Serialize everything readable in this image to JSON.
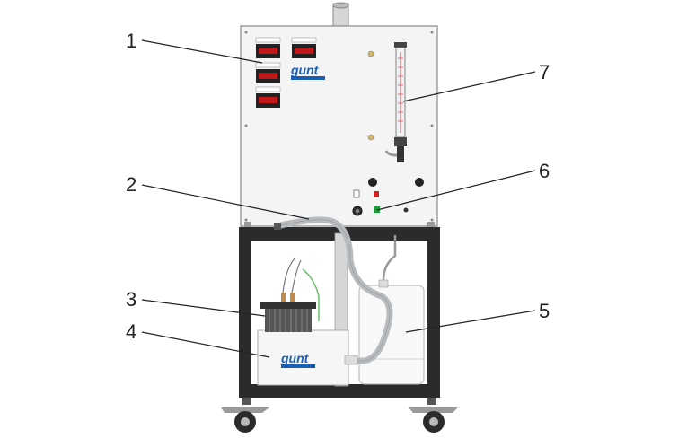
{
  "diagram": {
    "callouts": [
      {
        "id": "1",
        "label": "1"
      },
      {
        "id": "2",
        "label": "2"
      },
      {
        "id": "3",
        "label": "3"
      },
      {
        "id": "4",
        "label": "4"
      },
      {
        "id": "5",
        "label": "5"
      },
      {
        "id": "6",
        "label": "6"
      },
      {
        "id": "7",
        "label": "7"
      }
    ],
    "brand": "gunt"
  },
  "colors": {
    "frame": "#2b2b2b",
    "panel": "#f4f4f4",
    "hose": "#b9bcbf",
    "logo": "#1a5fb4",
    "display": "#c01818",
    "lamp_red": "#d02020",
    "lamp_green": "#1f9a3a"
  }
}
